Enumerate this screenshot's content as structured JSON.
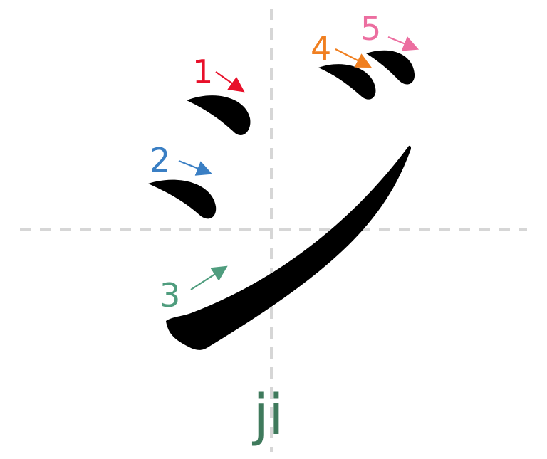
{
  "character": "ジ",
  "romaji": "ji",
  "colors": {
    "stroke": "#000000",
    "guide": "#d6d6d6",
    "romaji": "#3f7a5c",
    "order_1": "#e8102a",
    "order_2": "#3a7fc4",
    "order_3": "#4f9d7e",
    "order_4": "#f07f20",
    "order_5": "#ec6ea0"
  },
  "strokes": [
    {
      "order": "1",
      "icon": "stroke-arrow-icon"
    },
    {
      "order": "2",
      "icon": "stroke-arrow-icon"
    },
    {
      "order": "3",
      "icon": "stroke-arrow-icon"
    },
    {
      "order": "4",
      "icon": "stroke-arrow-icon"
    },
    {
      "order": "5",
      "icon": "stroke-arrow-icon"
    }
  ]
}
